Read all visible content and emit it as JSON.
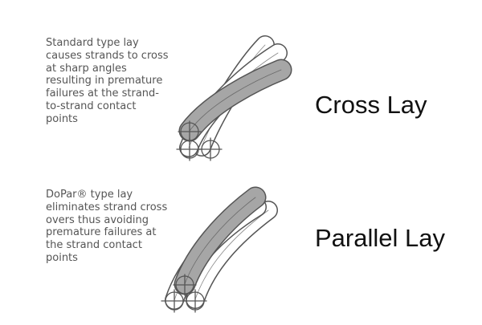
{
  "cross": {
    "lines": [
      "Standard type lay",
      "causes strands to cross",
      "at sharp angles",
      "resulting in premature",
      "failures at the strand-",
      "to-strand contact",
      "points"
    ],
    "label": "Cross Lay"
  },
  "parallel": {
    "lines": [
      "DoPar® type lay",
      "eliminates strand cross",
      "overs thus avoiding",
      "premature failures at",
      "the strand contact",
      "points"
    ],
    "label": "Parallel Lay"
  },
  "colors": {
    "outline": "#555555",
    "highlighted_strand": "#a6a6a6",
    "description_text": "#555555",
    "label_text": "#111111"
  }
}
